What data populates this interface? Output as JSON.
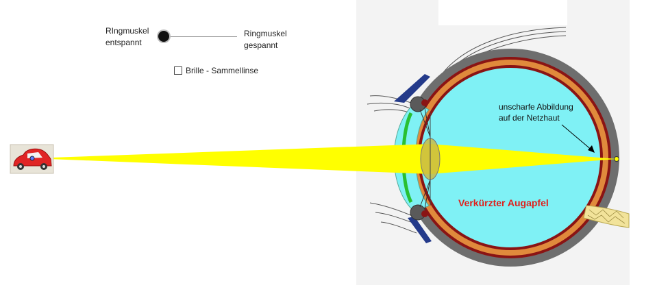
{
  "controls": {
    "slider_left_label": "RIngmuskel\nentspannt",
    "slider_right_label": "Ringmuskel\ngespannt",
    "checkbox_label": "Brille - Sammellinse",
    "checkbox_checked": false,
    "slider_value": 0
  },
  "eye": {
    "retina_annotation_line1": "unscharfe Abbildung",
    "retina_annotation_line2": "auf der Netzhaut",
    "title": "Verkürzter Augapfel",
    "title_color": "#e0201c"
  },
  "colors": {
    "ray": "#ffff00",
    "vitreous": "#7ff1f5",
    "lens": "#c9bb45",
    "sclera": "#6e6e6e",
    "choroid": "#e08a3c",
    "retina": "#8a1414"
  },
  "icons": [
    "car-icon",
    "slider-thumb",
    "checkbox"
  ]
}
